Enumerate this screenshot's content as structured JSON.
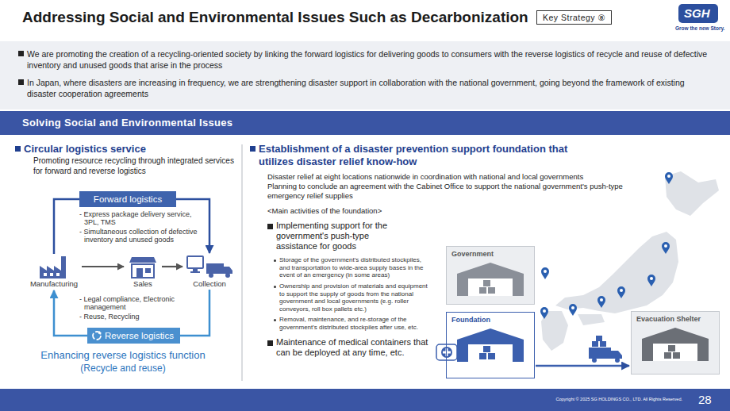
{
  "diagram": {
    "title": "Addressing Social and Environmental Issues Such as Decarbonization",
    "nodes": [
      {
        "text": [
          "Key Strategy ⑧"
        ]
      },
      {
        "text": [
          "Solving Social and Environmental Issues"
        ]
      },
      {
        "text": [
          "Forward logistics"
        ]
      },
      {
        "text": [
          "Manufacturing"
        ]
      },
      {
        "text": [
          "Sales"
        ]
      },
      {
        "text": [
          "Collection"
        ]
      },
      {
        "text": [
          "Reverse logistics"
        ]
      },
      {
        "text": [
          "Government"
        ]
      },
      {
        "text": [
          "Foundation"
        ]
      },
      {
        "text": [
          "Evacuation Shelter"
        ]
      }
    ],
    "edges": [
      {
        "from": 3,
        "to": 4,
        "arrow": "to"
      },
      {
        "from": 4,
        "to": 5,
        "arrow": "to"
      },
      {
        "from": 3,
        "to": 2,
        "arrow": "none"
      },
      {
        "from": 2,
        "to": 5,
        "arrow": "to"
      },
      {
        "from": 5,
        "to": 6,
        "arrow": "none"
      },
      {
        "from": 6,
        "to": 3,
        "arrow": "to"
      },
      {
        "from": 8,
        "to": 9,
        "arrow": "to"
      }
    ],
    "labels": [
      "SGH",
      "Grow the new Story.",
      "We are promoting the creation of a recycling-oriented society by linking the forward logistics for delivering goods to consumers with the reverse logistics of recycle and reuse of defective inventory and unused goods that arise in the process",
      "In Japan, where disasters are increasing in frequency, we are strengthening disaster support in collaboration with the national government, going beyond the framework of existing disaster cooperation agreements",
      "Circular logistics service",
      "Promoting resource recycling through integrated services for forward and reverse logistics",
      "- Express package delivery service, 3PL, TMS",
      "- Simultaneous collection of defective inventory and unused goods",
      "- Legal compliance, Electronic management",
      "- Reuse, Recycling",
      "Enhancing reverse logistics function",
      "(Recycle and reuse)",
      "Establishment of a disaster prevention support foundation that utilizes disaster relief know-how",
      "Disaster relief at eight locations nationwide in coordination with national and local governments",
      "Planning to conclude an agreement with the Cabinet Office to support the national government's push-type emergency relief supplies",
      "<Main activities of the foundation>",
      "Implementing support for the government's push-type assistance for goods",
      "Storage of the government's distributed stockpiles, and transportation to wide-area supply bases in the event of an emergency (in some areas)",
      "Ownership and provision of materials and equipment to support the supply of goods from the national government and local governments (e.g. roller conveyors, roll box pallets etc.)",
      "Removal, maintenance, and re-storage of the government's distributed stockpiles after use, etc.",
      "Maintenance of medical containers that can be deployed at any time, etc.",
      "Copyright © 2025 SG HOLDINGS CO., LTD. All Rights Reserved.",
      "28"
    ]
  }
}
